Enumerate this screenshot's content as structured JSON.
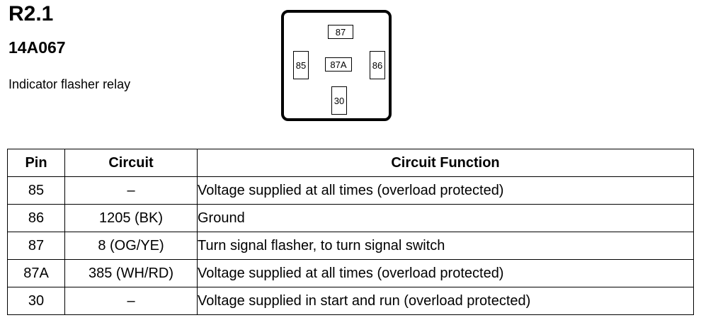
{
  "header": {
    "reference": "R2.1",
    "part_number": "14A067",
    "description": "Indicator flasher relay"
  },
  "connector": {
    "pins": [
      "87",
      "85",
      "87A",
      "86",
      "30"
    ]
  },
  "table": {
    "headers": [
      "Pin",
      "Circuit",
      "Circuit Function"
    ],
    "rows": [
      {
        "pin": "85",
        "circuit": "–",
        "function": "Voltage supplied at all times (overload protected)"
      },
      {
        "pin": "86",
        "circuit": "1205 (BK)",
        "function": "Ground"
      },
      {
        "pin": "87",
        "circuit": "8 (OG/YE)",
        "function": "Turn signal flasher, to turn signal switch"
      },
      {
        "pin": "87A",
        "circuit": "385 (WH/RD)",
        "function": "Voltage supplied at all times (overload protected)"
      },
      {
        "pin": "30",
        "circuit": "–",
        "function": "Voltage supplied in start and run (overload protected)"
      }
    ]
  }
}
